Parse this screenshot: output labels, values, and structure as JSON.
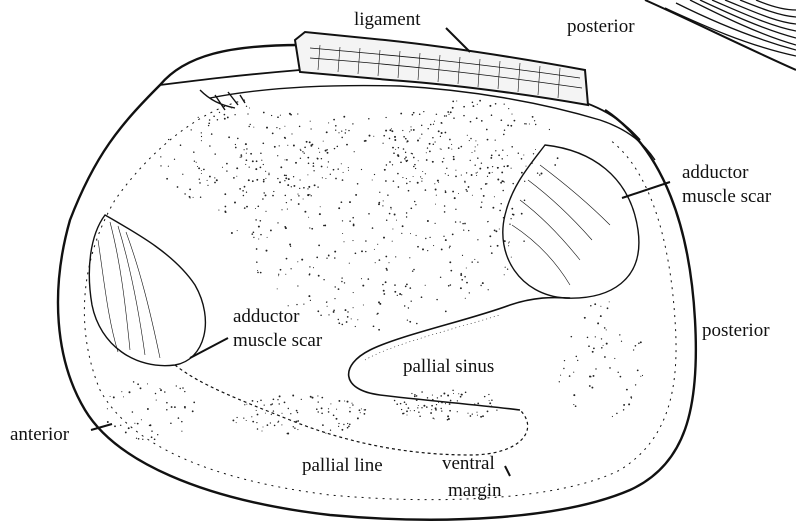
{
  "diagram": {
    "labels": {
      "ligament": "ligament",
      "posterior_top": "posterior",
      "adductor_right_line1": "adductor",
      "adductor_right_line2": "muscle scar",
      "adductor_left_line1": "adductor",
      "adductor_left_line2": "muscle scar",
      "posterior_right": "posterior",
      "pallial_sinus": "pallial sinus",
      "anterior": "anterior",
      "pallial_line": "pallial line",
      "ventral_line1": "ventral",
      "ventral_line2": "margin"
    },
    "colors": {
      "ink": "#111111",
      "paper": "#ffffff"
    }
  }
}
